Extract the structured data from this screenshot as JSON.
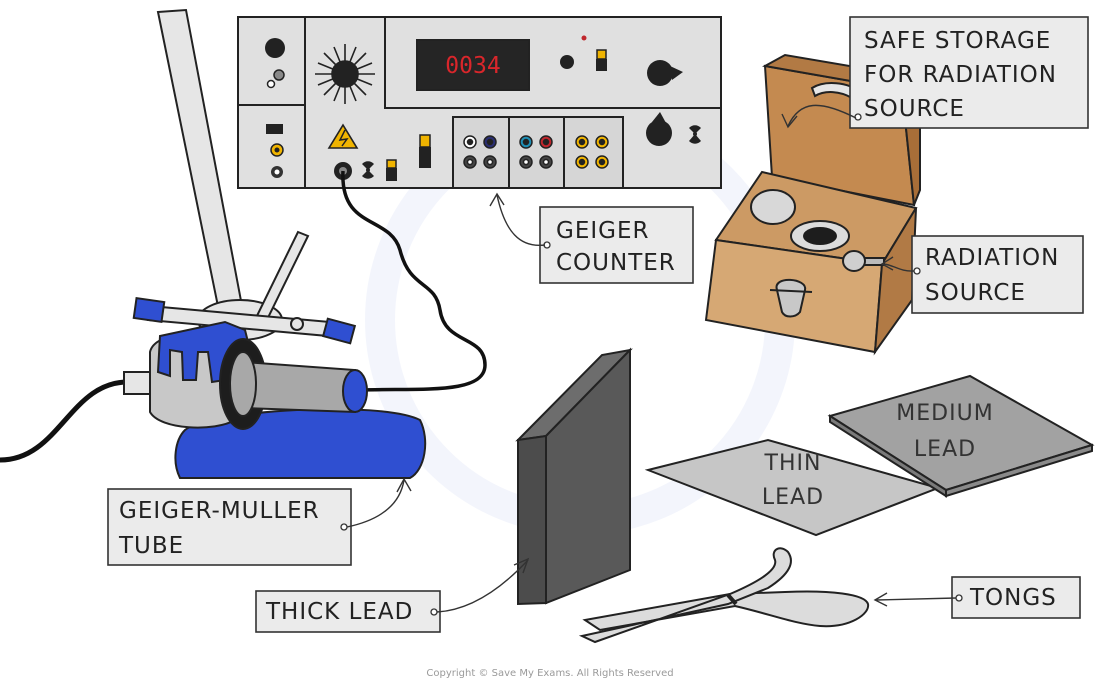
{
  "display": {
    "reading": "0034",
    "reading_color": "#d9262b"
  },
  "labels": {
    "storage_1": "SAFE STORAGE",
    "storage_2": "FOR RADIATION",
    "storage_3": "SOURCE",
    "counter_1": "GEIGER",
    "counter_2": "COUNTER",
    "source_1": "RADIATION",
    "source_2": "SOURCE",
    "tube_1": "GEIGER-MULLER",
    "tube_2": "TUBE",
    "thick": "THICK LEAD",
    "thin_1": "THIN",
    "thin_2": "LEAD",
    "medium_1": "MEDIUM",
    "medium_2": "LEAD",
    "tongs": "TONGS"
  },
  "copyright": "Copyright © Save My Exams. All Rights Reserved",
  "colors": {
    "tube_blue": "#2f4fd1",
    "box_wood": "#c99055",
    "panel": "#e0e0e0",
    "lead_dark": "#5a5a5a"
  }
}
